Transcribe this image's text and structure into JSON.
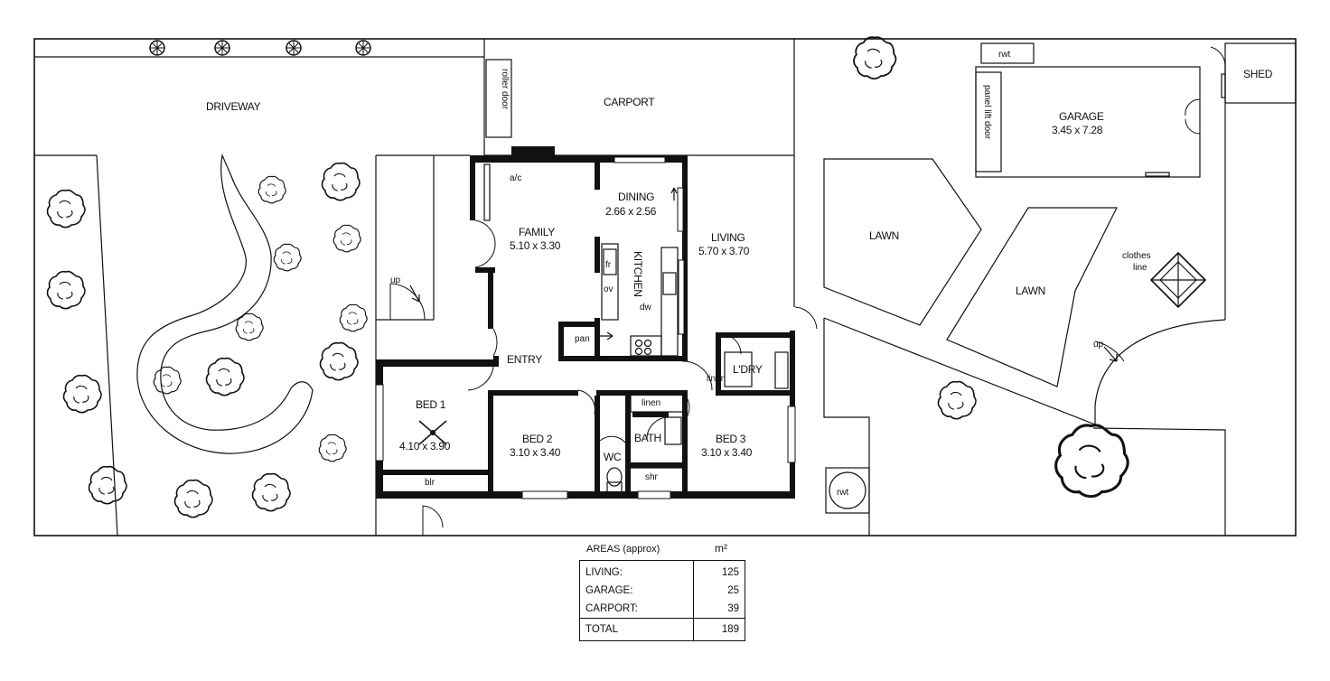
{
  "site": {
    "driveway": "DRIVEWAY",
    "carport": "CARPORT",
    "roller_door": "roller door",
    "lawn_1": "LAWN",
    "lawn_2": "LAWN",
    "shed": "SHED",
    "rwt_top": "rwt",
    "rwt_bottom": "rwt",
    "clothes_line_1": "clothes",
    "clothes_line_2": "line",
    "up_left": "up",
    "up_right": "up",
    "garage_name": "GARAGE",
    "garage_size": "3.45 x 7.28",
    "panel_lift_door": "panel lift door"
  },
  "rooms": {
    "family_name": "FAMILY",
    "family_size": "5.10 x 3.30",
    "dining_name": "DINING",
    "dining_size": "2.66 x 2.56",
    "living_name": "LIVING",
    "living_size": "5.70 x 3.70",
    "kitchen": "KITCHEN",
    "entry": "ENTRY",
    "bed1_name": "BED 1",
    "bed1_size": "4.10 x 3.90",
    "bed2_name": "BED 2",
    "bed2_size": "3.10 x 3.40",
    "bed3_name": "BED 3",
    "bed3_size": "3.10 x 3.40",
    "bath": "BATH",
    "laundry": "L'DRY",
    "linen_1": "linen",
    "linen_2": "linen",
    "wc": "WC",
    "shr": "shr",
    "blr": "blr",
    "pan": "pan",
    "fr": "fr",
    "ov": "ov",
    "dw": "dw",
    "ac": "a/c"
  },
  "areas": {
    "title": "AREAS (approx)",
    "unit": "m²",
    "rows": [
      {
        "label": "LIVING:",
        "value": "125"
      },
      {
        "label": "GARAGE:",
        "value": "25"
      },
      {
        "label": "CARPORT:",
        "value": "39"
      }
    ],
    "total_label": "TOTAL",
    "total_value": "189"
  }
}
